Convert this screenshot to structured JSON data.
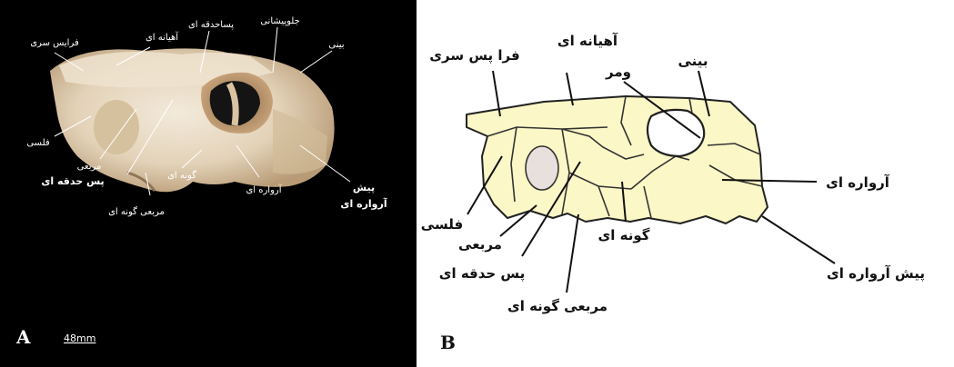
{
  "panel_a": {
    "letter": "A",
    "scale": "48mm",
    "labels": {
      "supraoccipital": "فرایس سری",
      "parietal": "آهیانه ای",
      "postorbital": "پساحدقه ای",
      "prefrontal": "جلوپیشانی",
      "nasal": "بینی",
      "squamosal": "فلسی",
      "quadrate": "مربعی",
      "postorbital_bold": "پس حدقه ای",
      "jugal": "گونه ای",
      "quadratojugal": "مربعی گونه ای",
      "maxilla": "آرواره ای",
      "premaxilla_1": "پیش",
      "premaxilla_2": "آرواره ای"
    }
  },
  "panel_b": {
    "letter": "B",
    "labels": {
      "supraoccipital": "فرا پس سری",
      "parietal": "آهیانه ای",
      "vomer": "ومر",
      "nasal": "بینی",
      "maxilla": "آرواره ای",
      "squamosal": "فلسی",
      "quadrate": "مربعی",
      "postorbital": "پس حدقه ای",
      "jugal": "گونه ای",
      "quadratojugal": "مربعی گونه ای",
      "premaxilla": "پیش آرواره ای"
    }
  }
}
